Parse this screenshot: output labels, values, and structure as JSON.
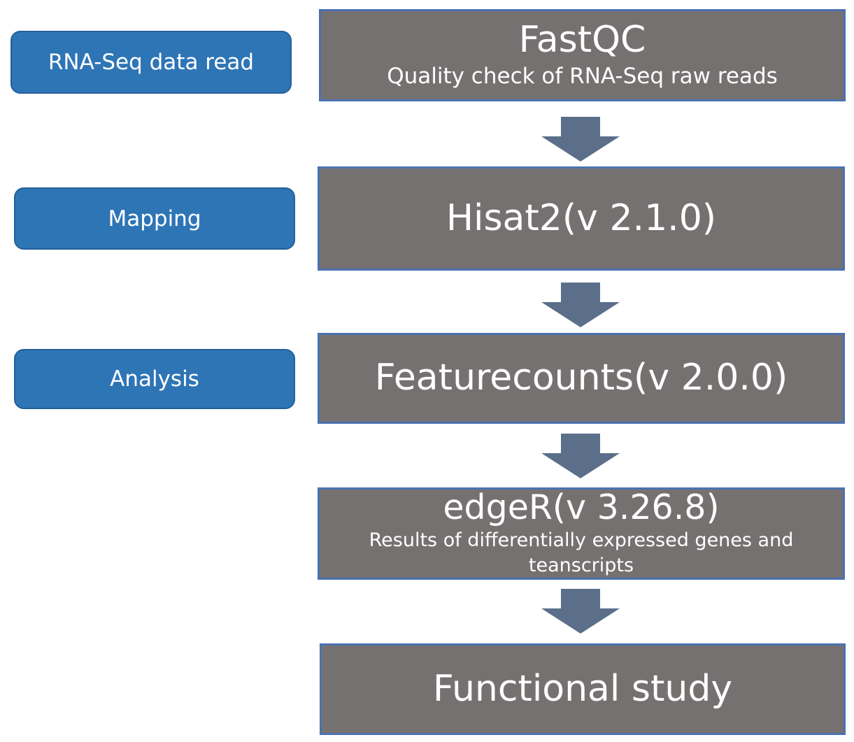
{
  "colors": {
    "pill_fill": "#2e75b6",
    "step_fill": "#767171",
    "step_border": "#4a72b0",
    "arrow_fill": "#5b6f8a",
    "text": "#ffffff"
  },
  "stages": [
    {
      "label": "RNA-Seq data read"
    },
    {
      "label": "Mapping"
    },
    {
      "label": "Analysis"
    }
  ],
  "steps": [
    {
      "title": "FastQC",
      "subtitle": "Quality check of RNA-Seq raw reads"
    },
    {
      "title": "Hisat2(v 2.1.0)"
    },
    {
      "title": "Featurecounts(v 2.0.0)"
    },
    {
      "title": "edgeR(v 3.26.8)",
      "subtitle": "Results of differentially expressed genes and teanscripts"
    },
    {
      "title": "Functional study"
    }
  ],
  "arrows": [
    {
      "icon": "down-arrow-icon"
    },
    {
      "icon": "down-arrow-icon"
    },
    {
      "icon": "down-arrow-icon"
    },
    {
      "icon": "down-arrow-icon"
    }
  ]
}
